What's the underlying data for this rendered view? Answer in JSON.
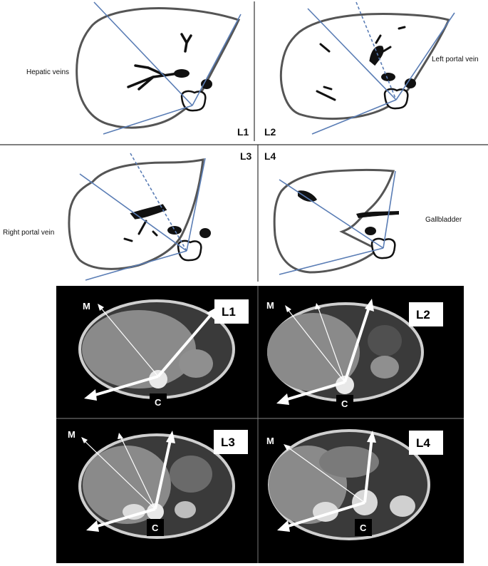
{
  "sketches": {
    "L1": {
      "level": "L1",
      "annotation": "Hepatic veins"
    },
    "L2": {
      "level": "L2",
      "annotation": "Left portal vein"
    },
    "L3": {
      "level": "L3",
      "annotation": "Right portal vein"
    },
    "L4": {
      "level": "L4",
      "annotation": "Gallbladder"
    }
  },
  "ct_panels": [
    {
      "level": "L1",
      "marker_m": "M",
      "marker_c": "C"
    },
    {
      "level": "L2",
      "marker_m": "M",
      "marker_c": "C"
    },
    {
      "level": "L3",
      "marker_m": "M",
      "marker_c": "C"
    },
    {
      "level": "L4",
      "marker_m": "M",
      "marker_c": "C"
    }
  ],
  "colors": {
    "guide_line": "#5a7db5",
    "liver_outline": "#555555",
    "ct_background": "#000000",
    "arrow": "#ffffff"
  }
}
